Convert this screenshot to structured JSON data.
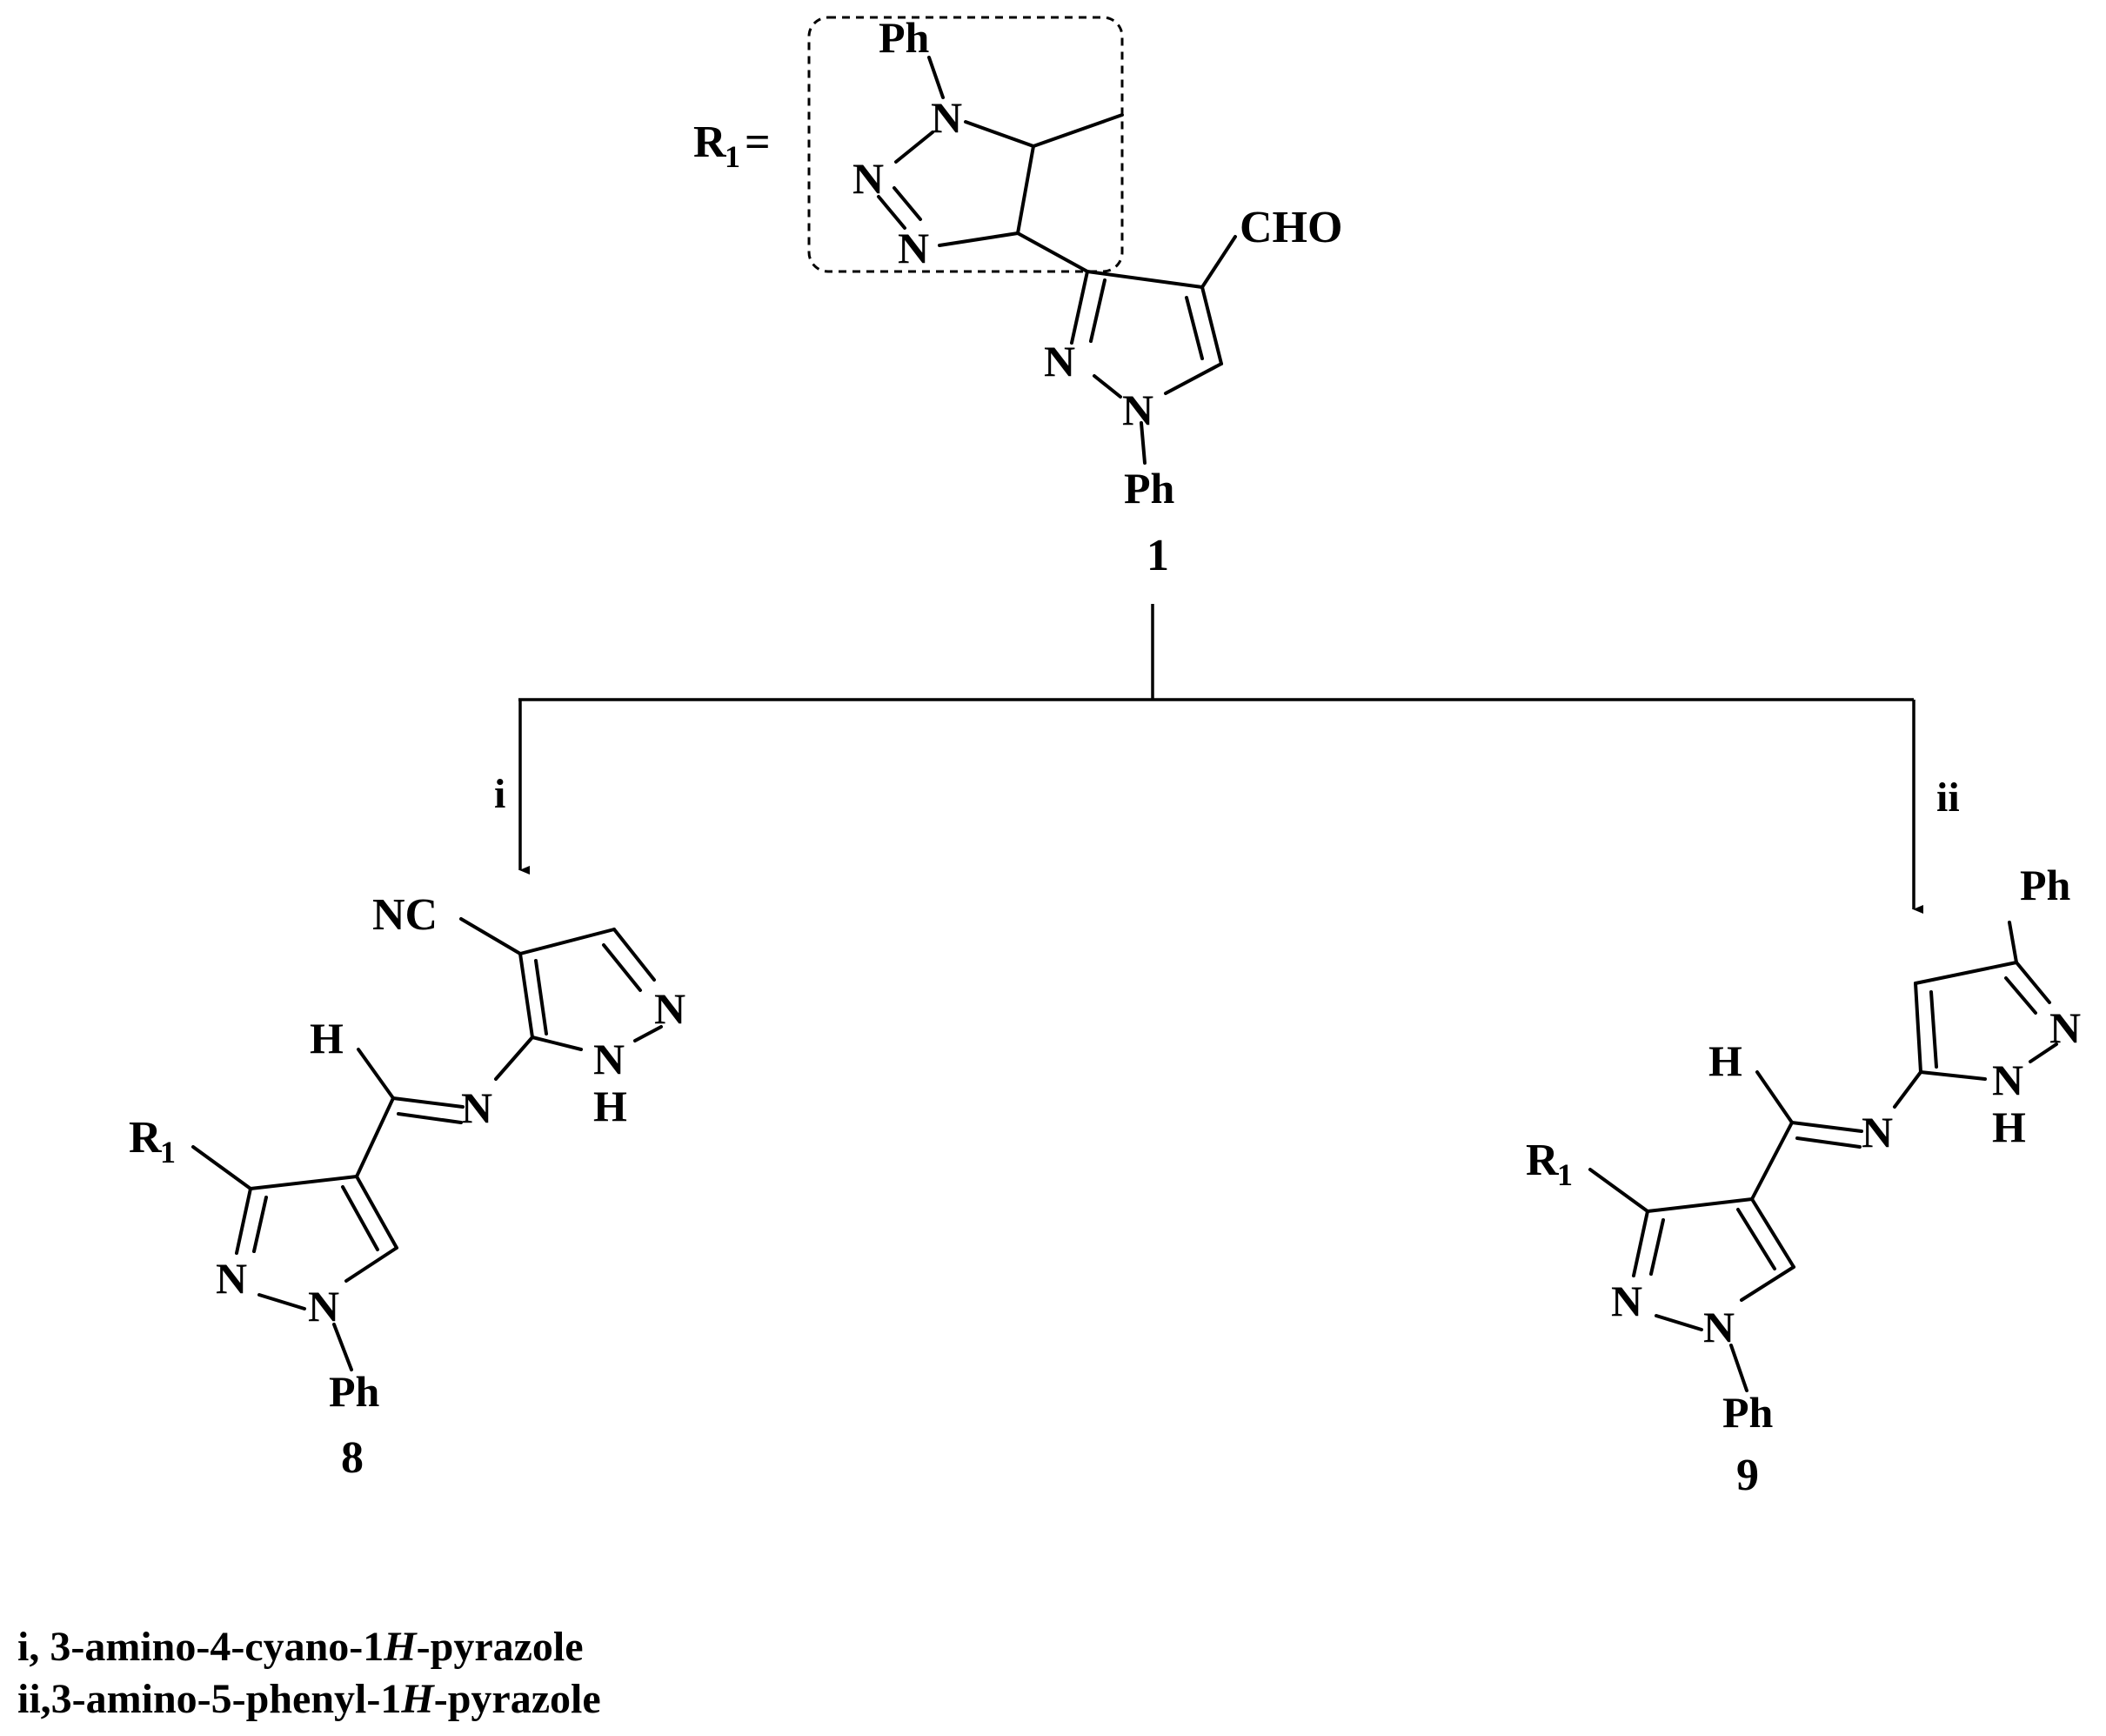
{
  "compound_1": {
    "r1_label": "R",
    "r1_sub": "1",
    "r1_eq": "=",
    "triazole_ph": "Ph",
    "triazole_n1": "N",
    "triazole_n2": "N",
    "triazole_n3": "N",
    "cho": "CHO",
    "pyrazole_n2": "N",
    "pyrazole_n1": "N",
    "pyrazole_ph": "Ph",
    "number": "1"
  },
  "arrows": {
    "left_label": "i",
    "right_label": "ii"
  },
  "compound_8": {
    "nc": "NC",
    "h_imine": "H",
    "n_imine": "N",
    "n_ring_upper": "N",
    "nh_n": "N",
    "nh_h": "H",
    "r1_label": "R",
    "r1_sub": "1",
    "pyrazole_n2": "N",
    "pyrazole_n1": "N",
    "ph": "Ph",
    "number": "8"
  },
  "compound_9": {
    "ph_top": "Ph",
    "n_ring_upper": "N",
    "nh_n": "N",
    "nh_h": "H",
    "h_imine": "H",
    "n_imine": "N",
    "r1_label": "R",
    "r1_sub": "1",
    "pyrazole_n2": "N",
    "pyrazole_n1": "N",
    "ph": "Ph",
    "number": "9"
  },
  "reagents": {
    "i_prefix": "i, 3-amino-4-cyano-1",
    "i_italic": "H",
    "i_suffix": "-pyrazole",
    "ii_prefix": "ii,3-amino-5-phenyl-1",
    "ii_italic": "H",
    "ii_suffix": "-pyrazole"
  }
}
